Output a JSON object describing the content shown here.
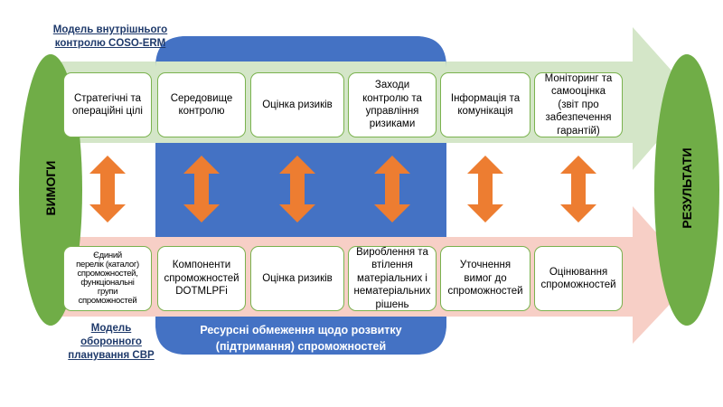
{
  "colors": {
    "green_ellipse": "#70ad47",
    "top_arrow": "#d4e6c8",
    "bottom_arrow": "#f7cfc6",
    "blue_panel": "#4472c4",
    "double_arrow": "#ed7d31",
    "box_border": "#7ab24e",
    "label_text": "#1f3a6b"
  },
  "left_ellipse": {
    "label": "ВИМОГИ",
    "icon": "requirements-ellipse"
  },
  "right_ellipse": {
    "label": "РЕЗУЛЬТАТИ",
    "icon": "results-ellipse"
  },
  "top_label": "Модель внутрішнього\nконтролю COSO-ERM",
  "bottom_label": "Модель\nоборонного\nпланування СВР",
  "resource_text": "Ресурсні обмеження  щодо розвитку\n(підтримання) спроможностей",
  "top_row": [
    {
      "text": "Стратегічні та\nопераційні цілі"
    },
    {
      "text": "Середовище\nконтролю"
    },
    {
      "text": "Оцінка ризиків"
    },
    {
      "text": "Заходи\nконтролю та\nуправління\nризиками"
    },
    {
      "text": "Інформація та\nкомунікація"
    },
    {
      "text": "Моніторинг та\nсамооцінка\n(звіт про\nзабезпечення\nгарантій)"
    }
  ],
  "bottom_row": [
    {
      "text": "Єдиний\nперелік (каталог)\nспроможностей,\nфункціональні\nгрупи\nспроможностей"
    },
    {
      "text": "Компоненти\nспроможностей\nDOTMLPFi"
    },
    {
      "text": "Оцінка ризиків"
    },
    {
      "text": "Вироблення та\nвтілення\nматеріальних і\nнематеріальних\nрішень"
    },
    {
      "text": "Уточнення\nвимог до\nспроможностей"
    },
    {
      "text": "Оцінювання\nспроможностей"
    }
  ],
  "connectors": [
    {
      "icon": "double-arrow-vertical"
    },
    {
      "icon": "double-arrow-vertical"
    },
    {
      "icon": "double-arrow-vertical"
    },
    {
      "icon": "double-arrow-vertical"
    },
    {
      "icon": "double-arrow-vertical"
    },
    {
      "icon": "double-arrow-vertical"
    }
  ]
}
